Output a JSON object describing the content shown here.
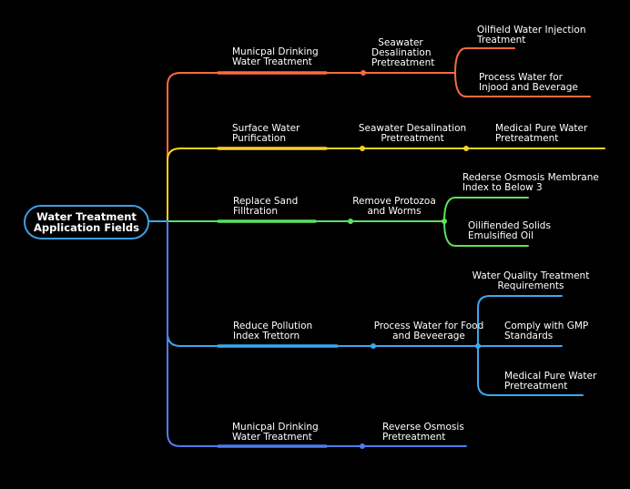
{
  "root": {
    "label": "Water Treatment\nApplication Fields"
  },
  "colors": {
    "branch1": "#ff6a3d",
    "branch2": "#ffd21e",
    "branch3": "#5ee05a",
    "branch4": "#3aa9ee",
    "branch5": "#4f7cf0",
    "root_border": "#3f9fe0"
  },
  "branches": [
    {
      "label": "Municpal Drinking\nWater Treatment",
      "middle": "Seawater\nDesalination\nPretreatment",
      "leaves": [
        "Oilfield Water Injection\nTreatment",
        "Process Water for\nInjood and Beverage"
      ]
    },
    {
      "label": "Surface Water\nPurification",
      "middle": "Seawater Desalination\nPretreatment",
      "leaves": [
        "Medical Pure Water\nPretreatment"
      ]
    },
    {
      "label": "Replace Sand\nFilltration",
      "middle": "Remove Protozoa\nand Worms",
      "leaves": [
        "Rederse Osmosis Membrane\nIndex to Below 3",
        "Oilifiended Solids\nEmulsified Oil"
      ]
    },
    {
      "label": "Reduce Pollution\nIndex Trettorn",
      "middle": "Process Water for Food\nand Beveerage",
      "leaves": [
        "Water Quality Treatment\nRequirements",
        "Comply with GMP\nStandards",
        "Medical Pure Water\nPretreatment"
      ]
    },
    {
      "label": "Municpal Drinking\nWater Treatment",
      "middle": "Reverse Osmosis\nPretreatment",
      "leaves": []
    }
  ]
}
